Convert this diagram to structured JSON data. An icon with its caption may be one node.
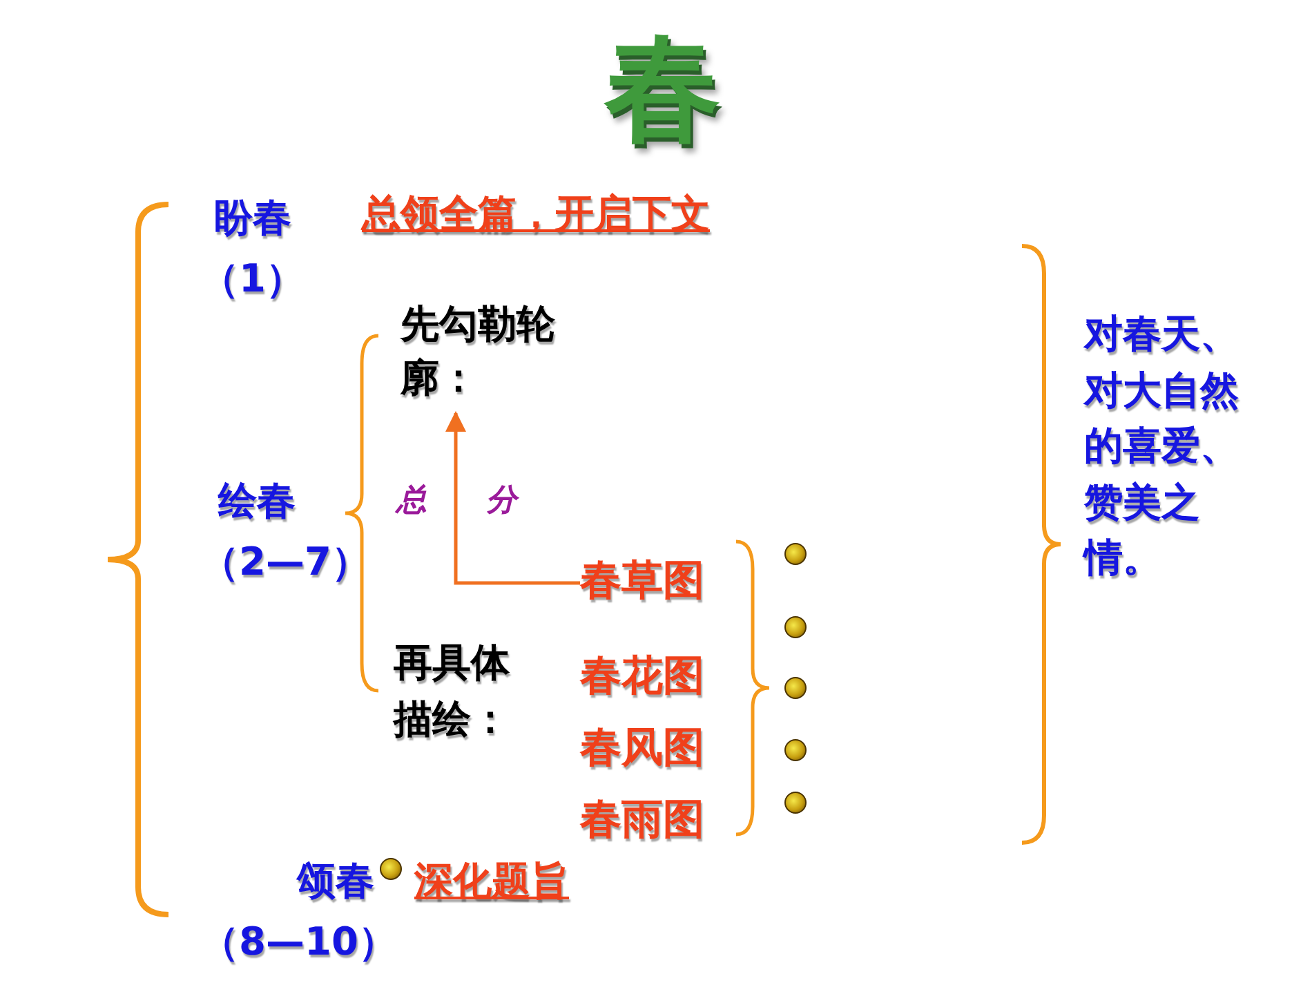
{
  "diagram": {
    "title": "春",
    "nodes": [
      {
        "text": [
          "先勾勒轮廓："
        ]
      },
      {
        "text": [
          "春草图"
        ]
      }
    ],
    "edges": [
      {
        "from": 1,
        "to": 0,
        "arrow": "to",
        "color": "#f07020"
      }
    ],
    "labels": [
      "盼春",
      "（1）",
      "总领全篇，开启下文",
      "绘春",
      "（2—7）",
      "总",
      "分",
      "再具体描绘：",
      "春花图",
      "春风图",
      "春雨图",
      "颂春",
      "（8—10）",
      "深化题旨",
      "对春天、对大自然的喜爱、赞美之情。"
    ]
  }
}
